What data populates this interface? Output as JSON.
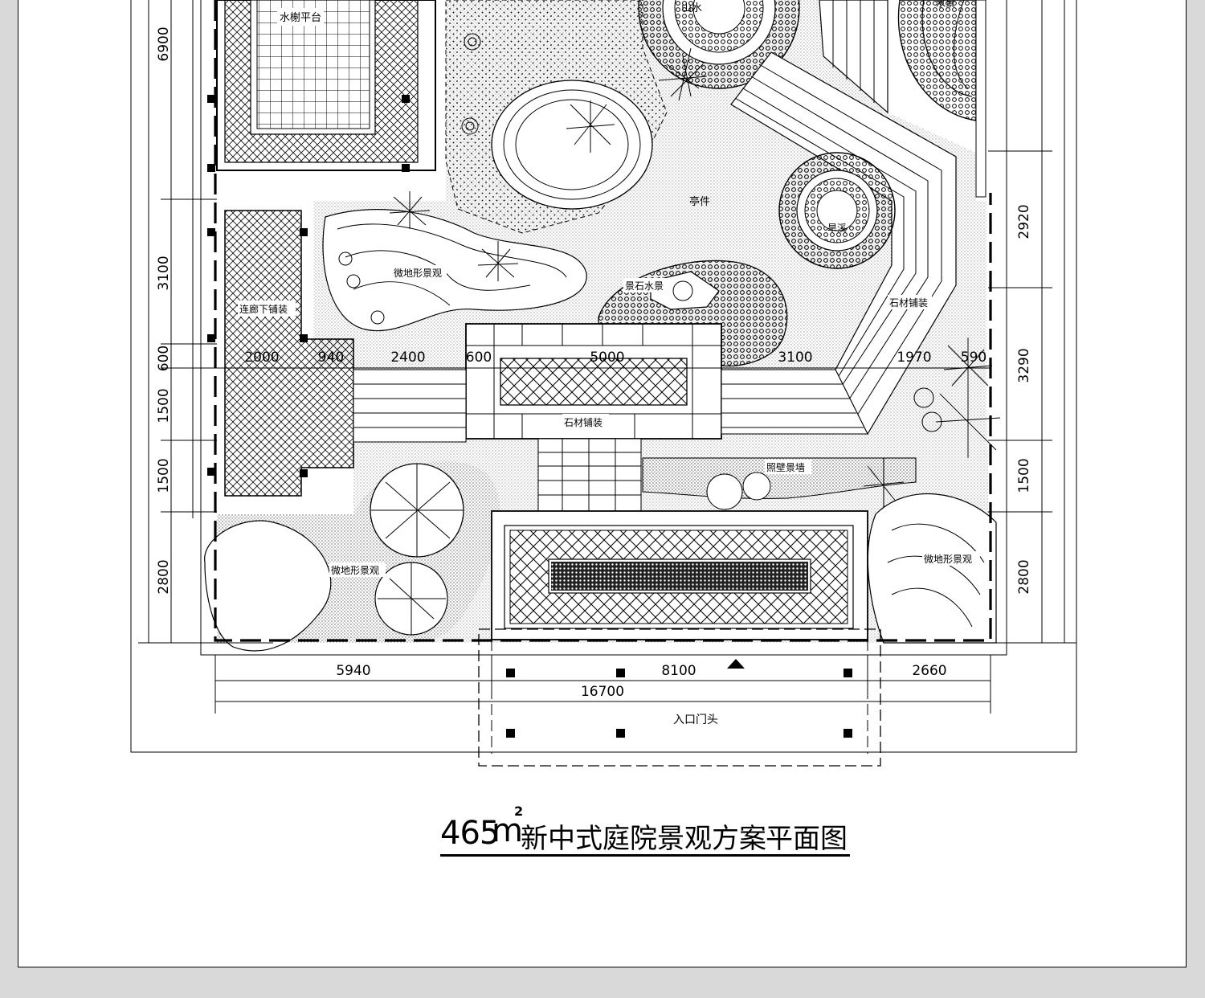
{
  "labels": {
    "water_platform": "水榭平台",
    "pavilion": "亭件",
    "terrain_top": "微地形景观",
    "corridor_paving": "连廊下铺装",
    "scenic_stone": "景石水景",
    "stone_paving_right": "石材铺装",
    "stone_paving_center": "石材铺装",
    "lamp_view": "照壁景墙",
    "terrain_left": "微地形景观",
    "terrain_right": "微地形景观",
    "entrance_gate": "入口门头",
    "hidden_top1": "山水",
    "hidden_top2": "水景",
    "hidden_right": "旱溪"
  },
  "dims": {
    "left": [
      "6900",
      "3100",
      "600",
      "1500",
      "1500",
      "2800"
    ],
    "right": [
      "2920",
      "3290",
      "1500",
      "2800"
    ],
    "mid_row": [
      "2000",
      "940",
      "2400",
      "600",
      "5000",
      "3100",
      "1970",
      "590"
    ],
    "bottom_row1": [
      "5940",
      "8100",
      "2660"
    ],
    "bottom_total": "16700"
  },
  "title": {
    "area": "465",
    "unit": "m",
    "sup": "2",
    "main": "新中式庭院景观方案",
    "sub": "平面图"
  }
}
